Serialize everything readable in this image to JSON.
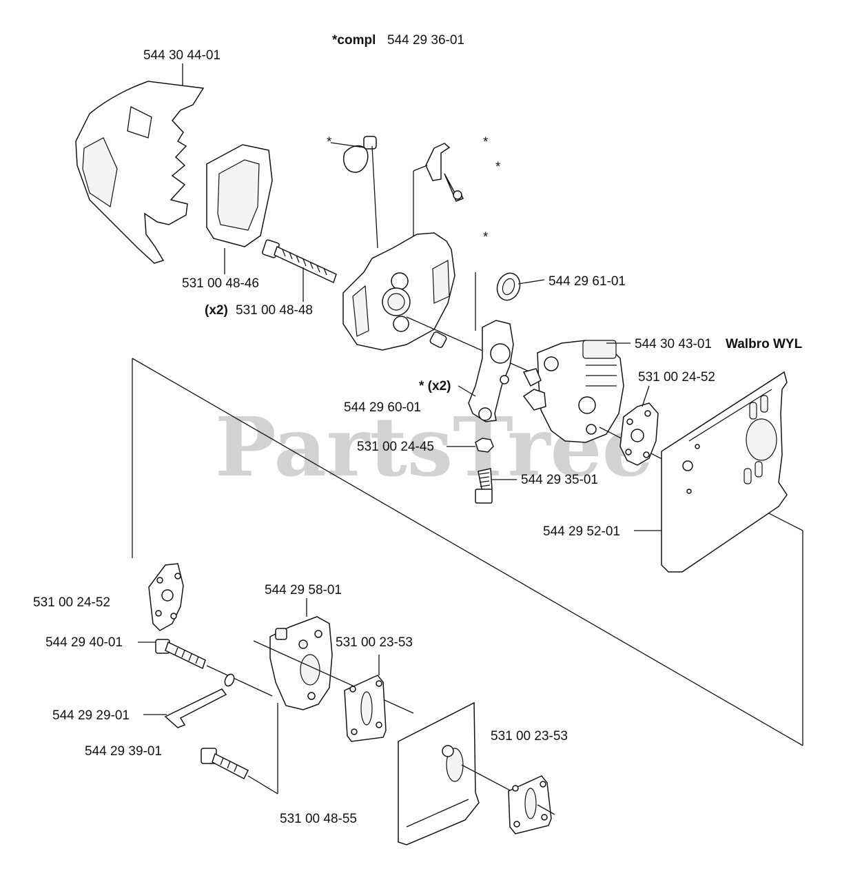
{
  "watermark": "PartsTree",
  "watermark_mark": "®",
  "header": {
    "compl_prefix": "*compl",
    "compl_number": "544 29 36-01"
  },
  "labels": {
    "l_544304401": "544 30 44-01",
    "l_531004846": "531 00 48-46",
    "l_x2_prefix": "(x2)",
    "l_531004848": "531 00 48-48",
    "l_544296101": "544 29 61-01",
    "l_544304301": "544 30 43-01",
    "l_walbro": "Walbro WYL",
    "l_531002452_a": "531 00 24-52",
    "l_star_x2": "* (x2)",
    "l_544296001": "544 29 60-01",
    "l_531002445": "531 00 24-45",
    "l_544293501": "544 29 35-01",
    "l_544295201": "544 29 52-01",
    "l_531002452_b": "531 00 24-52",
    "l_544295801": "544 29 58-01",
    "l_544294001": "544 29 40-01",
    "l_531002353_a": "531 00 23-53",
    "l_544292901": "544 29 29-01",
    "l_544293901": "544 29 39-01",
    "l_531002353_b": "531 00 23-53",
    "l_531004855": "531 00 48-55",
    "star": "*"
  }
}
